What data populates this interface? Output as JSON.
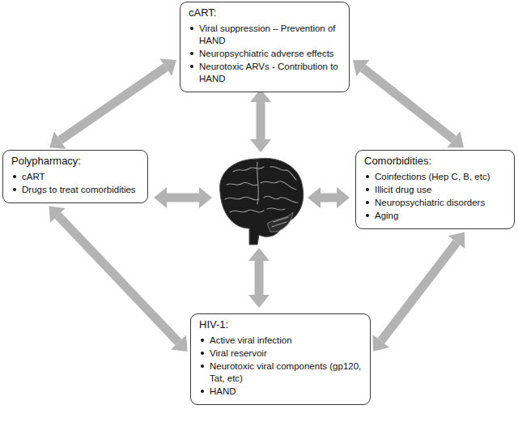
{
  "diagram": {
    "nodes": [
      {
        "text": [
          "cART:",
          "Viral suppression – Prevention of HAND",
          "Neuropsychiatric adverse effects",
          "Neurotoxic ARVs - Contribution to HAND"
        ]
      },
      {
        "text": [
          "Polypharmacy:",
          "cART",
          "Drugs to treat comorbidities"
        ]
      },
      {
        "text": [
          "Comorbidities:",
          "Coinfections (Hep C, B, etc)",
          "Illicit drug use",
          "Neuropsychiatric disorders",
          "Aging"
        ]
      },
      {
        "text": [
          "HIV-1:",
          "Active viral infection",
          "Viral reservoir",
          "Neurotoxic viral components (gp120, Tat, etc)",
          "HAND"
        ]
      }
    ],
    "edges": [
      {
        "from": 0,
        "to": 1,
        "arrow": "both"
      },
      {
        "from": 0,
        "to": 2,
        "arrow": "both"
      },
      {
        "from": 1,
        "to": 3,
        "arrow": "both"
      },
      {
        "from": 2,
        "to": 3,
        "arrow": "both"
      }
    ]
  }
}
